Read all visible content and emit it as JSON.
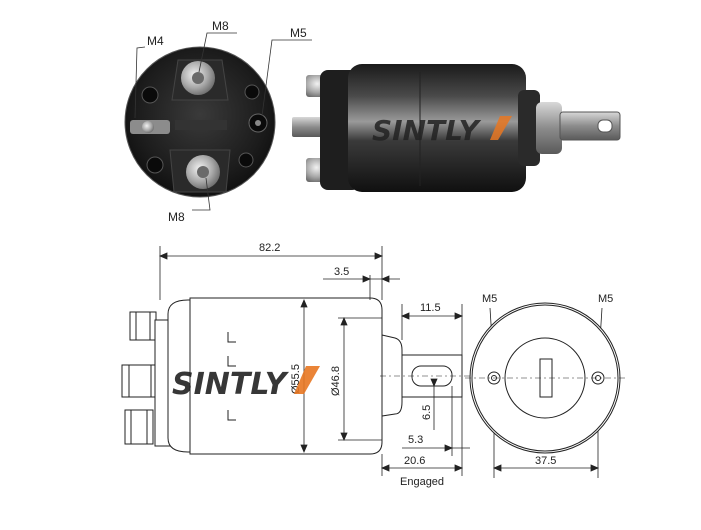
{
  "brand": {
    "watermark": "SINTLY",
    "text_color": "#a7a7a7",
    "accent_color": "#e87722"
  },
  "photo_labels": {
    "m4": "M4",
    "m8_top": "M8",
    "m5": "M5",
    "m8_bottom": "M8"
  },
  "dimensions": {
    "overall_length": "82.2",
    "flange_offset": "3.5",
    "plunger_width": "11.5",
    "body_diameter": "Ø55.5",
    "inner_diameter": "Ø46.8",
    "plunger_slot": "6.5",
    "plunger_tip": "5.3",
    "engaged_length": "20.6",
    "engaged_label": "Engaged",
    "bolt_spacing": "37.5",
    "left_hole": "M5",
    "right_hole": "M5"
  }
}
